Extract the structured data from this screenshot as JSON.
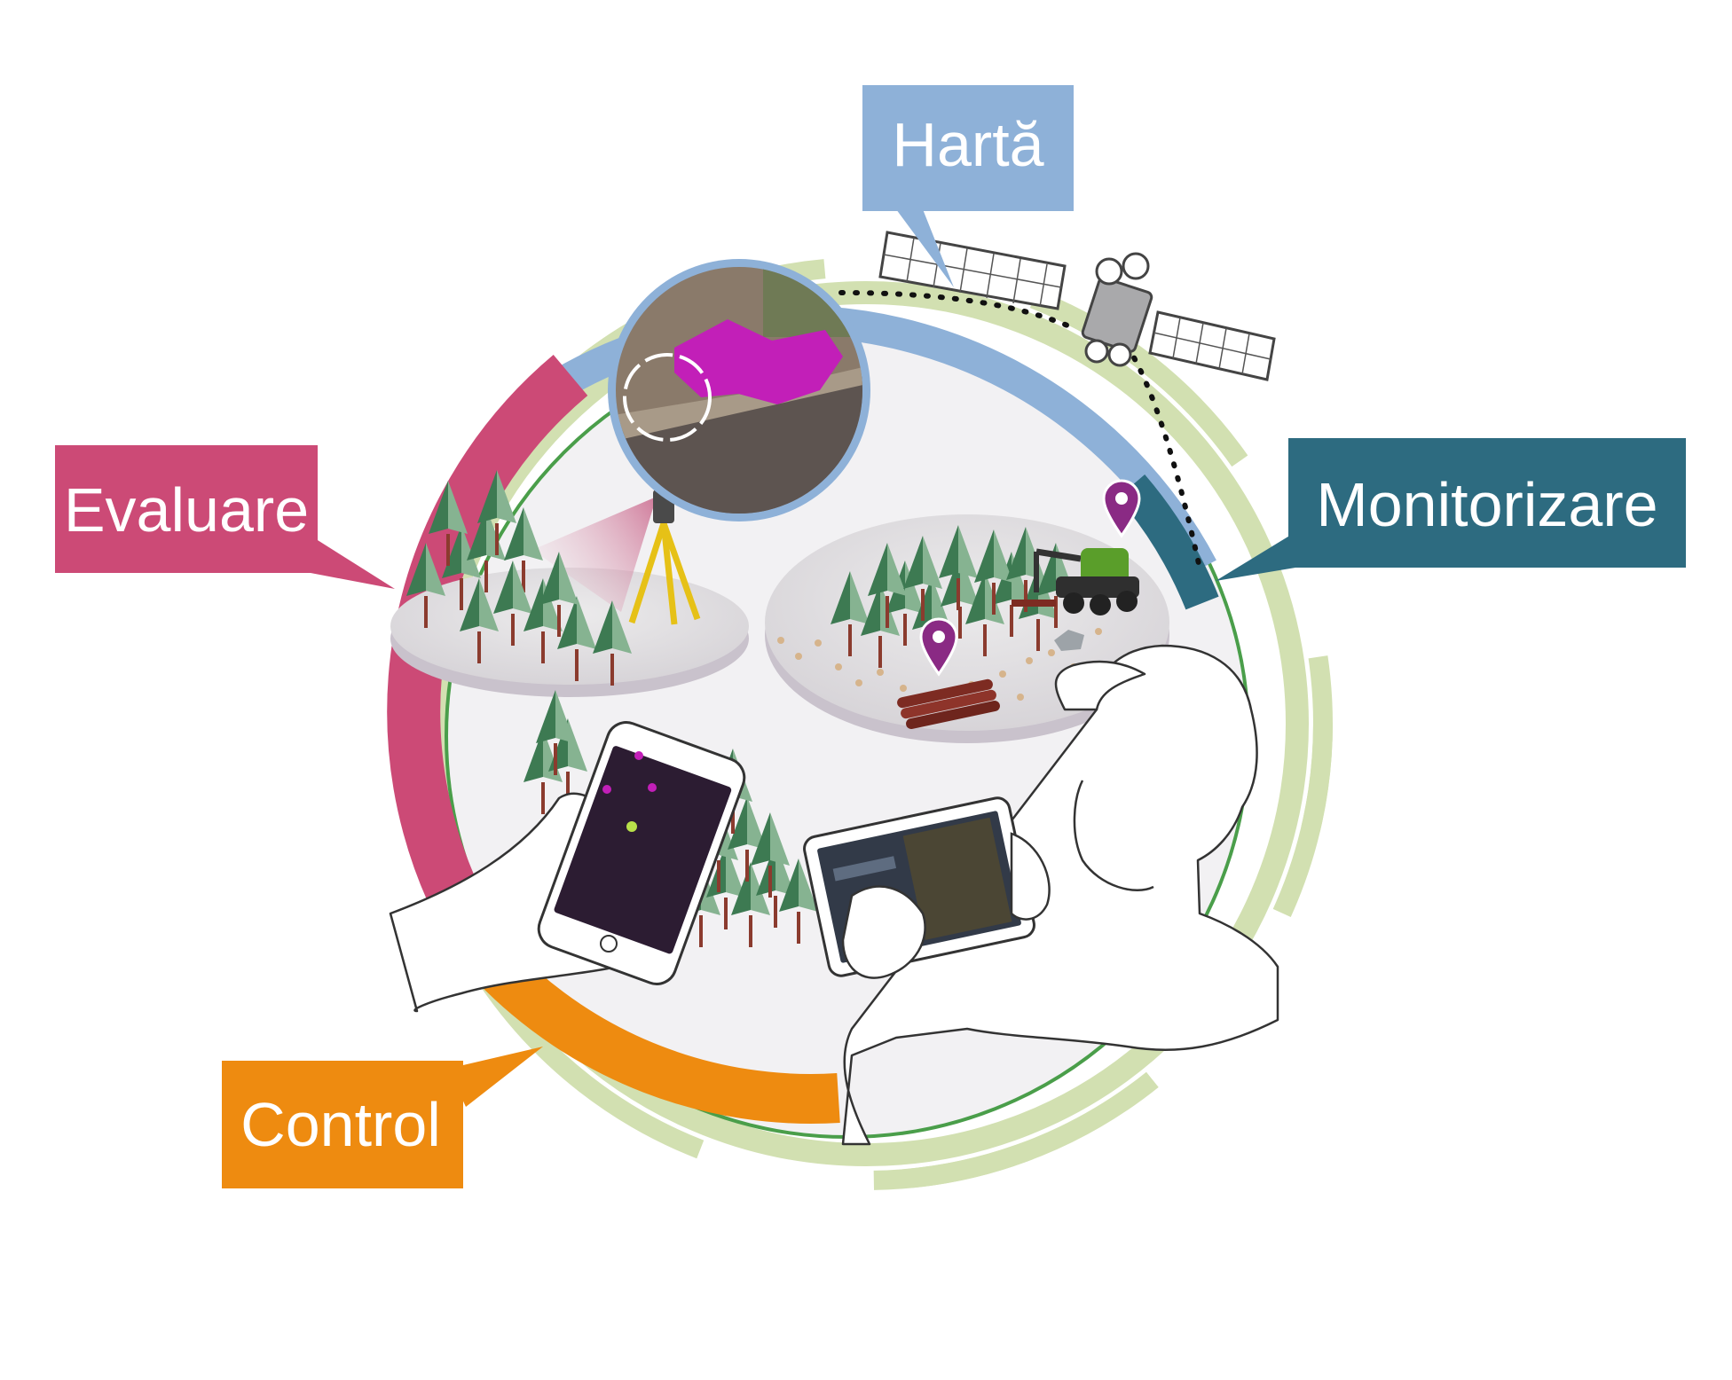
{
  "diagram": {
    "labels": {
      "map": "Hartă",
      "assessment": "Evaluare",
      "monitoring": "Monitorizare",
      "control": "Control"
    },
    "colors": {
      "outer_ring": "#d2e0b1",
      "map": "#8eb1d8",
      "assessment": "#cc4a76",
      "monitoring": "#2d6b80",
      "control": "#ee8b10",
      "hectare_fill": "#c21fb8",
      "pin": "#8a2a84",
      "harvester": "#5a9e2a",
      "tripod": "#e6c117",
      "tree_dark": "#3d7a52",
      "tree_light": "#86b391"
    },
    "icons": [
      "satellite-icon",
      "satellite-image",
      "tripod-scanner-icon",
      "harvester-icon",
      "map-pin-icon",
      "log-pile-icon",
      "tree-icon",
      "smartphone-icon",
      "tablet-icon",
      "person-illustration"
    ]
  }
}
